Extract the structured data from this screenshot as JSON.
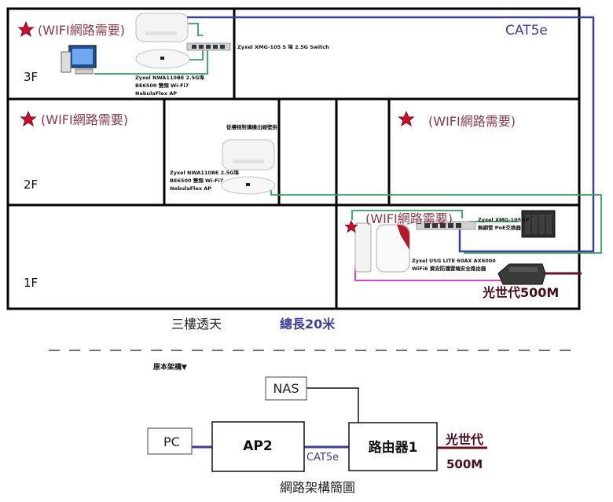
{
  "house": {
    "wifi_needed": "(WIFI網路需要)",
    "floor_3": "3F",
    "floor_2": "2F",
    "floor_1": "1F",
    "cable_label": "CAT5e",
    "house_type": "三樓透天",
    "total_length": "總長20米",
    "switch_3f_label": "Zyxel XMG-105 S 埠 2.5G Switch",
    "ap_3f_label": [
      "Zyxel NWA110BE 2.5G埠",
      "BE6500 雙頻 Wi-Fi7",
      "NebulaFlex AP"
    ],
    "ap_2f_note": "從樓梯對講機出線壁掛",
    "ap_2f_label": [
      "Zyxel NWA110BE 2.5G埠",
      "BE6500 雙頻 Wi-Fi7",
      "NebulaFlex AP"
    ],
    "switch_1f_label": [
      "Zyxel XMG-105HP",
      "無網管 PoE交換器"
    ],
    "router_1f_label": [
      "Zyxel USG LITE 60AX AX6000",
      "WiFi6 資安防護雲端安全路由器"
    ],
    "isp_label": "光世代500M"
  },
  "original": {
    "heading": "原本架構▼",
    "nas": "NAS",
    "pc": "PC",
    "ap2": "AP2",
    "router1": "路由器1",
    "cable_label": "CAT5e",
    "isp_name": "光世代",
    "isp_speed": "500M",
    "caption": "網路架構簡圖"
  },
  "colors": {
    "wall": "#000000",
    "cat5e": "#3b3f9a",
    "lan": "#2ea45a",
    "pink": "#e040c8",
    "isp": "#6b1020",
    "star": "#c8102e"
  }
}
